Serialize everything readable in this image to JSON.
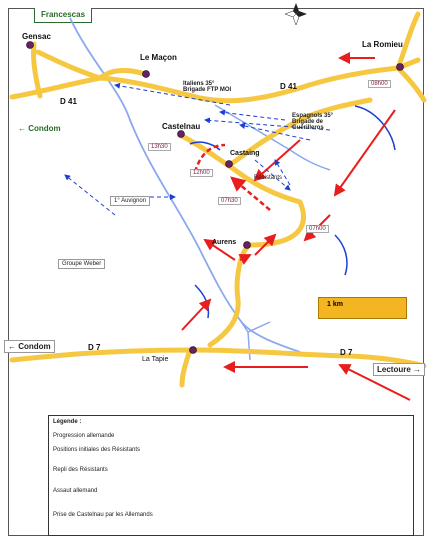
{
  "title": "Francescas",
  "towns": {
    "gensac": "Gensac",
    "le_macon": "Le Maçon",
    "la_romieu": "La Romieu",
    "castelnau": "Castelnau",
    "castaing": "Castaing",
    "aurens": "Aurens",
    "la_tapie": "La Tapie",
    "lectoure": "Lectoure →",
    "condom_top": "← Condom",
    "condom_bottom": "← Condom"
  },
  "roads": {
    "d41_left": "D 41",
    "d41_right": "D 41",
    "d7_left": "D 7",
    "d7_right": "D 7"
  },
  "labels": {
    "italiens": "Italiens 35°\nBrigade FTP MOI",
    "espagnols": "Espagnols 35°\nBrigade de\nGuérilleros",
    "resistants": "Résistants",
    "avurignon": "1° Auvignon",
    "groupe_weber": "Groupe Weber"
  },
  "times": {
    "t1": "08h00",
    "t2": "13h30",
    "t3": "12h00",
    "t4": "07h30",
    "t5": "07h00"
  },
  "scale": {
    "label": "1 km"
  },
  "legend": {
    "title": "Légende :",
    "items": [
      "Progression allemande",
      "Positions initiales des Résistants",
      "Repli des Résistants",
      "Assaut allemand",
      "Prise de Castelnau par les Allemands"
    ]
  },
  "colors": {
    "road": "#f6c842",
    "river": "#8aa8f0",
    "german": "#e81d1d",
    "resist": "#1a3fd1",
    "town": "#6b1f6b"
  },
  "icons": [
    "compass-rose-icon"
  ]
}
